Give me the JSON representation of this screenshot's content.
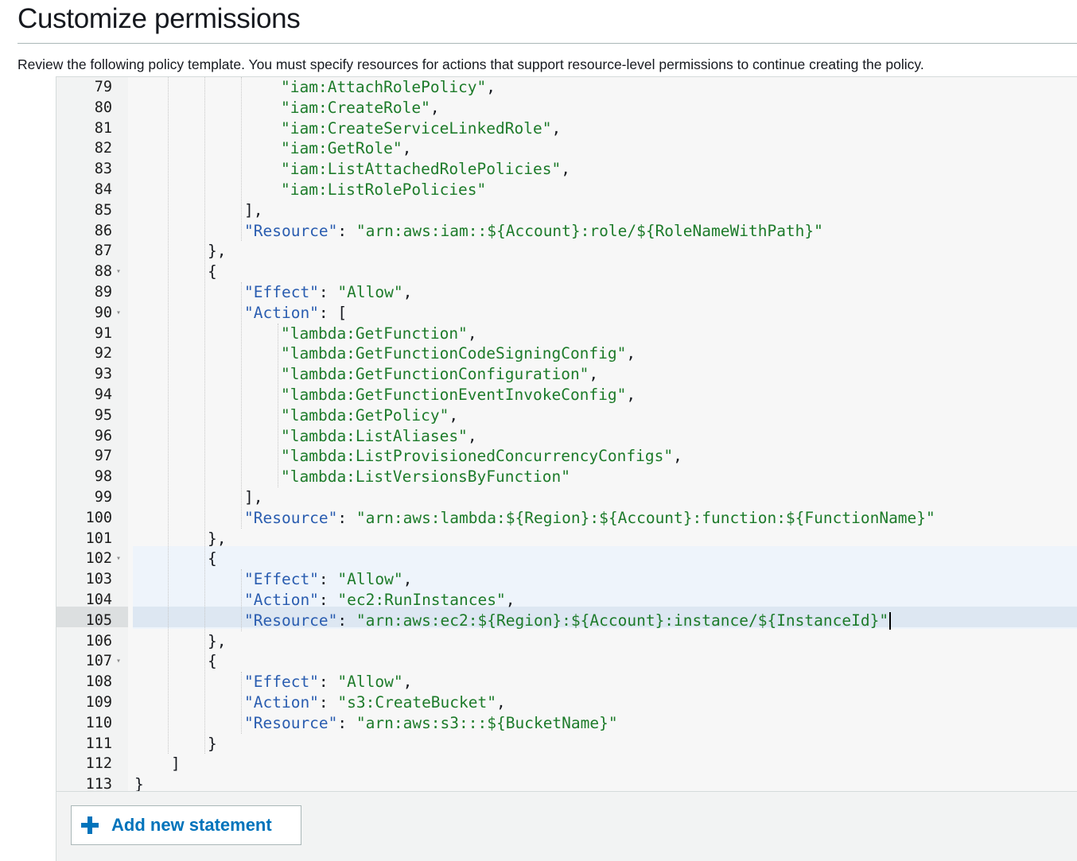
{
  "header": {
    "title": "Customize permissions",
    "description": "Review the following policy template. You must specify resources for actions that support resource-level permissions to continue creating the policy."
  },
  "editor": {
    "active_line": 105,
    "lines": [
      {
        "n": "79",
        "fold": false,
        "tokens": [
          [
            "s",
            "\"iam:AttachRolePolicy\""
          ],
          [
            "p",
            ","
          ]
        ]
      },
      {
        "n": "80",
        "fold": false,
        "tokens": [
          [
            "s",
            "\"iam:CreateRole\""
          ],
          [
            "p",
            ","
          ]
        ]
      },
      {
        "n": "81",
        "fold": false,
        "tokens": [
          [
            "s",
            "\"iam:CreateServiceLinkedRole\""
          ],
          [
            "p",
            ","
          ]
        ]
      },
      {
        "n": "82",
        "fold": false,
        "tokens": [
          [
            "s",
            "\"iam:GetRole\""
          ],
          [
            "p",
            ","
          ]
        ]
      },
      {
        "n": "83",
        "fold": false,
        "tokens": [
          [
            "s",
            "\"iam:ListAttachedRolePolicies\""
          ],
          [
            "p",
            ","
          ]
        ]
      },
      {
        "n": "84",
        "fold": false,
        "tokens": [
          [
            "s",
            "\"iam:ListRolePolicies\""
          ]
        ]
      },
      {
        "n": "85",
        "fold": false,
        "tokens": [
          [
            "p",
            "],"
          ]
        ]
      },
      {
        "n": "86",
        "fold": false,
        "tokens": [
          [
            "k",
            "\"Resource\""
          ],
          [
            "p",
            ": "
          ],
          [
            "s",
            "\"arn:aws:iam::${Account}:role/${RoleNameWithPath}\""
          ]
        ]
      },
      {
        "n": "87",
        "fold": false,
        "tokens": [
          [
            "p",
            "},"
          ]
        ]
      },
      {
        "n": "88",
        "fold": true,
        "tokens": [
          [
            "p",
            "{"
          ]
        ]
      },
      {
        "n": "89",
        "fold": false,
        "tokens": [
          [
            "k",
            "\"Effect\""
          ],
          [
            "p",
            ": "
          ],
          [
            "s",
            "\"Allow\""
          ],
          [
            "p",
            ","
          ]
        ]
      },
      {
        "n": "90",
        "fold": true,
        "tokens": [
          [
            "k",
            "\"Action\""
          ],
          [
            "p",
            ": ["
          ]
        ]
      },
      {
        "n": "91",
        "fold": false,
        "tokens": [
          [
            "s",
            "\"lambda:GetFunction\""
          ],
          [
            "p",
            ","
          ]
        ]
      },
      {
        "n": "92",
        "fold": false,
        "tokens": [
          [
            "s",
            "\"lambda:GetFunctionCodeSigningConfig\""
          ],
          [
            "p",
            ","
          ]
        ]
      },
      {
        "n": "93",
        "fold": false,
        "tokens": [
          [
            "s",
            "\"lambda:GetFunctionConfiguration\""
          ],
          [
            "p",
            ","
          ]
        ]
      },
      {
        "n": "94",
        "fold": false,
        "tokens": [
          [
            "s",
            "\"lambda:GetFunctionEventInvokeConfig\""
          ],
          [
            "p",
            ","
          ]
        ]
      },
      {
        "n": "95",
        "fold": false,
        "tokens": [
          [
            "s",
            "\"lambda:GetPolicy\""
          ],
          [
            "p",
            ","
          ]
        ]
      },
      {
        "n": "96",
        "fold": false,
        "tokens": [
          [
            "s",
            "\"lambda:ListAliases\""
          ],
          [
            "p",
            ","
          ]
        ]
      },
      {
        "n": "97",
        "fold": false,
        "tokens": [
          [
            "s",
            "\"lambda:ListProvisionedConcurrencyConfigs\""
          ],
          [
            "p",
            ","
          ]
        ]
      },
      {
        "n": "98",
        "fold": false,
        "tokens": [
          [
            "s",
            "\"lambda:ListVersionsByFunction\""
          ]
        ]
      },
      {
        "n": "99",
        "fold": false,
        "tokens": [
          [
            "p",
            "],"
          ]
        ]
      },
      {
        "n": "100",
        "fold": false,
        "tokens": [
          [
            "k",
            "\"Resource\""
          ],
          [
            "p",
            ": "
          ],
          [
            "s",
            "\"arn:aws:lambda:${Region}:${Account}:function:${FunctionName}\""
          ]
        ]
      },
      {
        "n": "101",
        "fold": false,
        "tokens": [
          [
            "p",
            "},"
          ]
        ]
      },
      {
        "n": "102",
        "fold": true,
        "tokens": [
          [
            "p",
            "{"
          ]
        ]
      },
      {
        "n": "103",
        "fold": false,
        "tokens": [
          [
            "k",
            "\"Effect\""
          ],
          [
            "p",
            ": "
          ],
          [
            "s",
            "\"Allow\""
          ],
          [
            "p",
            ","
          ]
        ]
      },
      {
        "n": "104",
        "fold": false,
        "tokens": [
          [
            "k",
            "\"Action\""
          ],
          [
            "p",
            ": "
          ],
          [
            "s",
            "\"ec2:RunInstances\""
          ],
          [
            "p",
            ","
          ]
        ]
      },
      {
        "n": "105",
        "fold": false,
        "tokens": [
          [
            "k",
            "\"Resource\""
          ],
          [
            "p",
            ": "
          ],
          [
            "s",
            "\"arn:aws:ec2:${Region}:${Account}:instance/${InstanceId}\""
          ]
        ]
      },
      {
        "n": "106",
        "fold": false,
        "tokens": [
          [
            "p",
            "},"
          ]
        ]
      },
      {
        "n": "107",
        "fold": true,
        "tokens": [
          [
            "p",
            "{"
          ]
        ]
      },
      {
        "n": "108",
        "fold": false,
        "tokens": [
          [
            "k",
            "\"Effect\""
          ],
          [
            "p",
            ": "
          ],
          [
            "s",
            "\"Allow\""
          ],
          [
            "p",
            ","
          ]
        ]
      },
      {
        "n": "109",
        "fold": false,
        "tokens": [
          [
            "k",
            "\"Action\""
          ],
          [
            "p",
            ": "
          ],
          [
            "s",
            "\"s3:CreateBucket\""
          ],
          [
            "p",
            ","
          ]
        ]
      },
      {
        "n": "110",
        "fold": false,
        "tokens": [
          [
            "k",
            "\"Resource\""
          ],
          [
            "p",
            ": "
          ],
          [
            "s",
            "\"arn:aws:s3:::${BucketName}\""
          ]
        ]
      },
      {
        "n": "111",
        "fold": false,
        "tokens": [
          [
            "p",
            "}"
          ]
        ]
      },
      {
        "n": "112",
        "fold": false,
        "tokens": [
          [
            "p",
            "]"
          ]
        ]
      },
      {
        "n": "113",
        "fold": false,
        "tokens": [
          [
            "p",
            "}"
          ]
        ]
      }
    ]
  },
  "footer": {
    "add_statement_label": "Add new statement",
    "add_icon": "plus-icon",
    "accent_color": "#0073bb"
  }
}
